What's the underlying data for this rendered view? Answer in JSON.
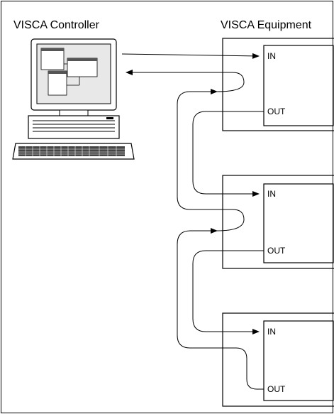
{
  "titles": {
    "controller": "VISCA Controller",
    "equipment": "VISCA Equipment"
  },
  "ports": {
    "in": "IN",
    "out": "OUT"
  },
  "equipment_units": [
    {
      "in_label": "IN",
      "out_label": "OUT"
    },
    {
      "in_label": "IN",
      "out_label": "OUT"
    },
    {
      "in_label": "IN",
      "out_label": "OUT"
    }
  ],
  "icons": {
    "computer": "desktop-computer-icon"
  }
}
